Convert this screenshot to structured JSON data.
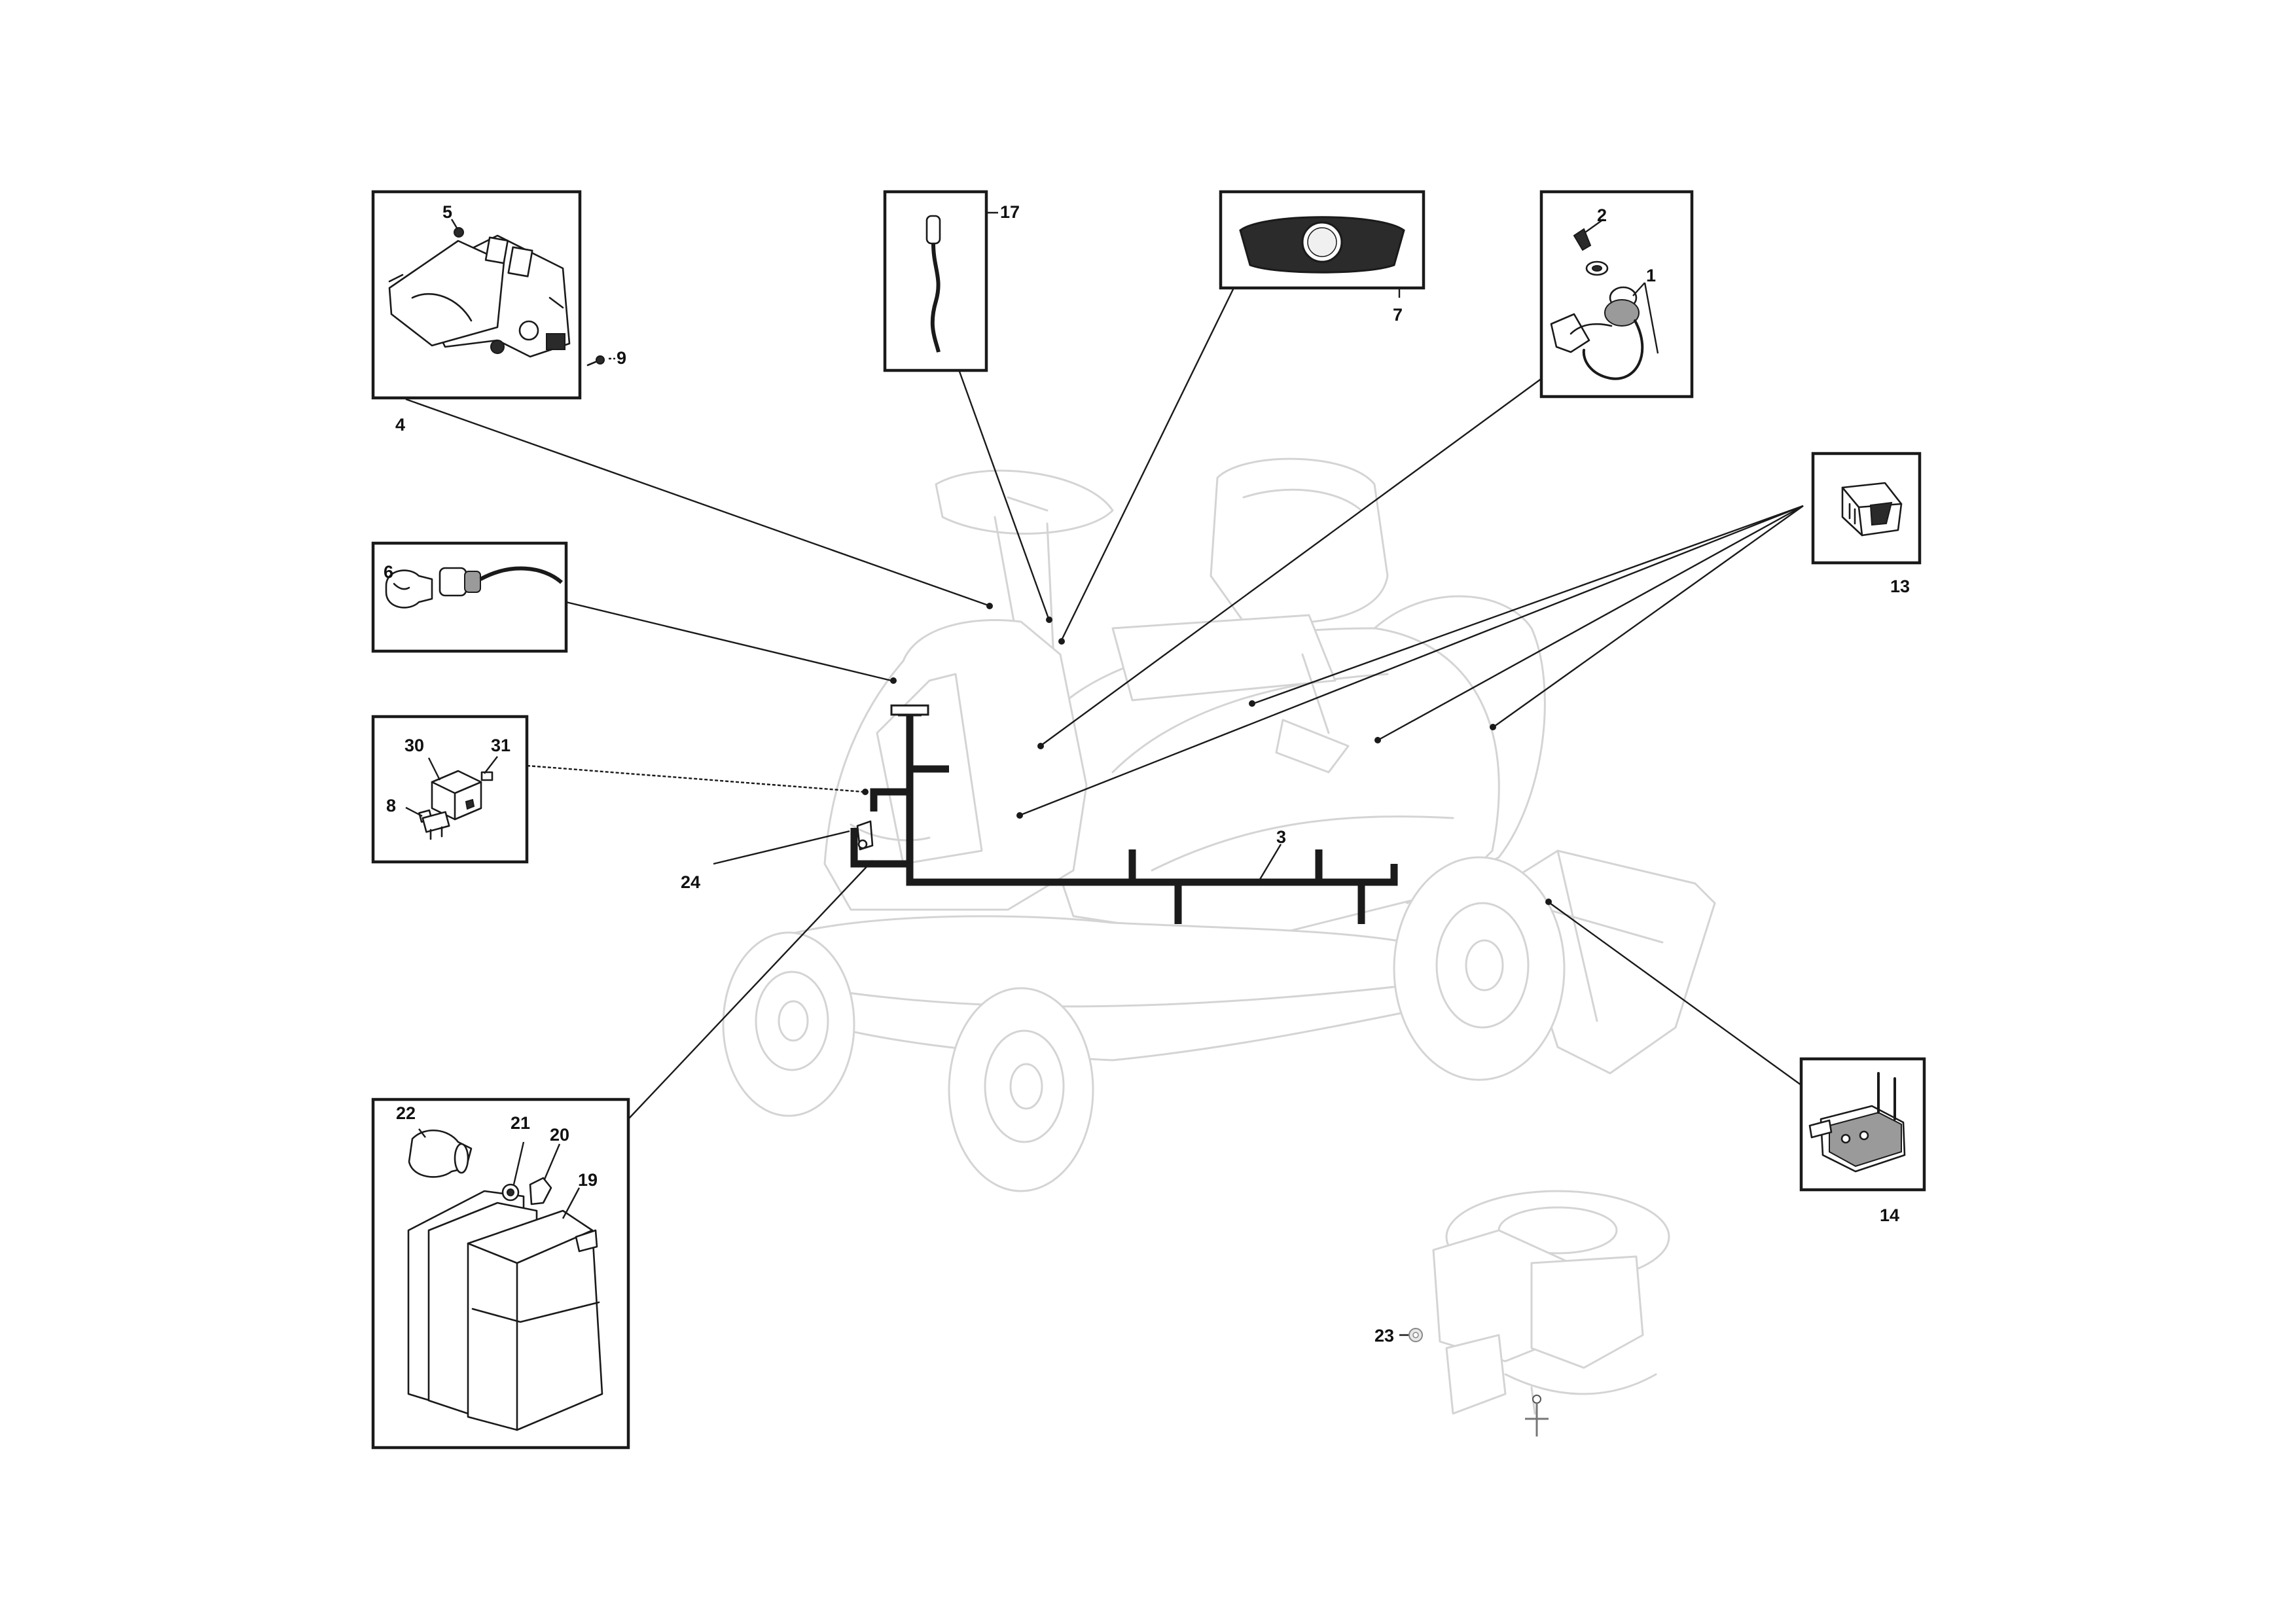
{
  "diagram": {
    "callouts": {
      "n1": "1",
      "n2": "2",
      "n3": "3",
      "n4": "4",
      "n5": "5",
      "n6": "6",
      "n7": "7",
      "n8": "8",
      "n9": "9",
      "n13": "13",
      "n14": "14",
      "n17": "17",
      "n19": "19",
      "n20": "20",
      "n21": "21",
      "n22": "22",
      "n23": "23",
      "n24": "24",
      "n30": "30",
      "n31": "31"
    }
  }
}
